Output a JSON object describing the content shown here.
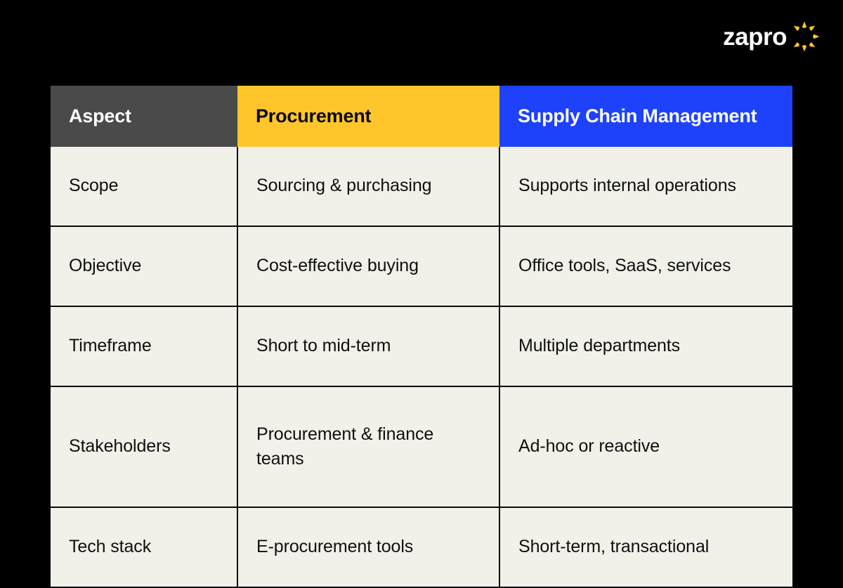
{
  "brand": {
    "wordmark": "zapro",
    "spark_icon": "sunburst-icon",
    "wordmark_color": "#FFFFFF",
    "spark_color": "#FFC62B"
  },
  "canvas": {
    "background_color": "#000000"
  },
  "table": {
    "header_colors": {
      "aspect": "#4A4A4A",
      "procurement": "#FFC62B",
      "supply_chain": "#1E42FA"
    },
    "cell_background": "#F1F0E9",
    "border_color": "#0A0A0A",
    "columns": [
      "Aspect",
      "Procurement",
      "Supply Chain Management"
    ],
    "rows": [
      {
        "aspect": "Scope",
        "procurement": "Sourcing & purchasing",
        "supply_chain": "Supports internal operations"
      },
      {
        "aspect": "Objective",
        "procurement": "Cost-effective buying",
        "supply_chain": "Office tools, SaaS, services"
      },
      {
        "aspect": "Timeframe",
        "procurement": "Short to mid-term",
        "supply_chain": "Multiple departments"
      },
      {
        "aspect": "Stakeholders",
        "procurement": "Procurement & finance teams",
        "supply_chain": "Ad-hoc or reactive"
      },
      {
        "aspect": "Tech stack",
        "procurement": "E-procurement tools",
        "supply_chain": "Short-term, transactional"
      }
    ]
  }
}
